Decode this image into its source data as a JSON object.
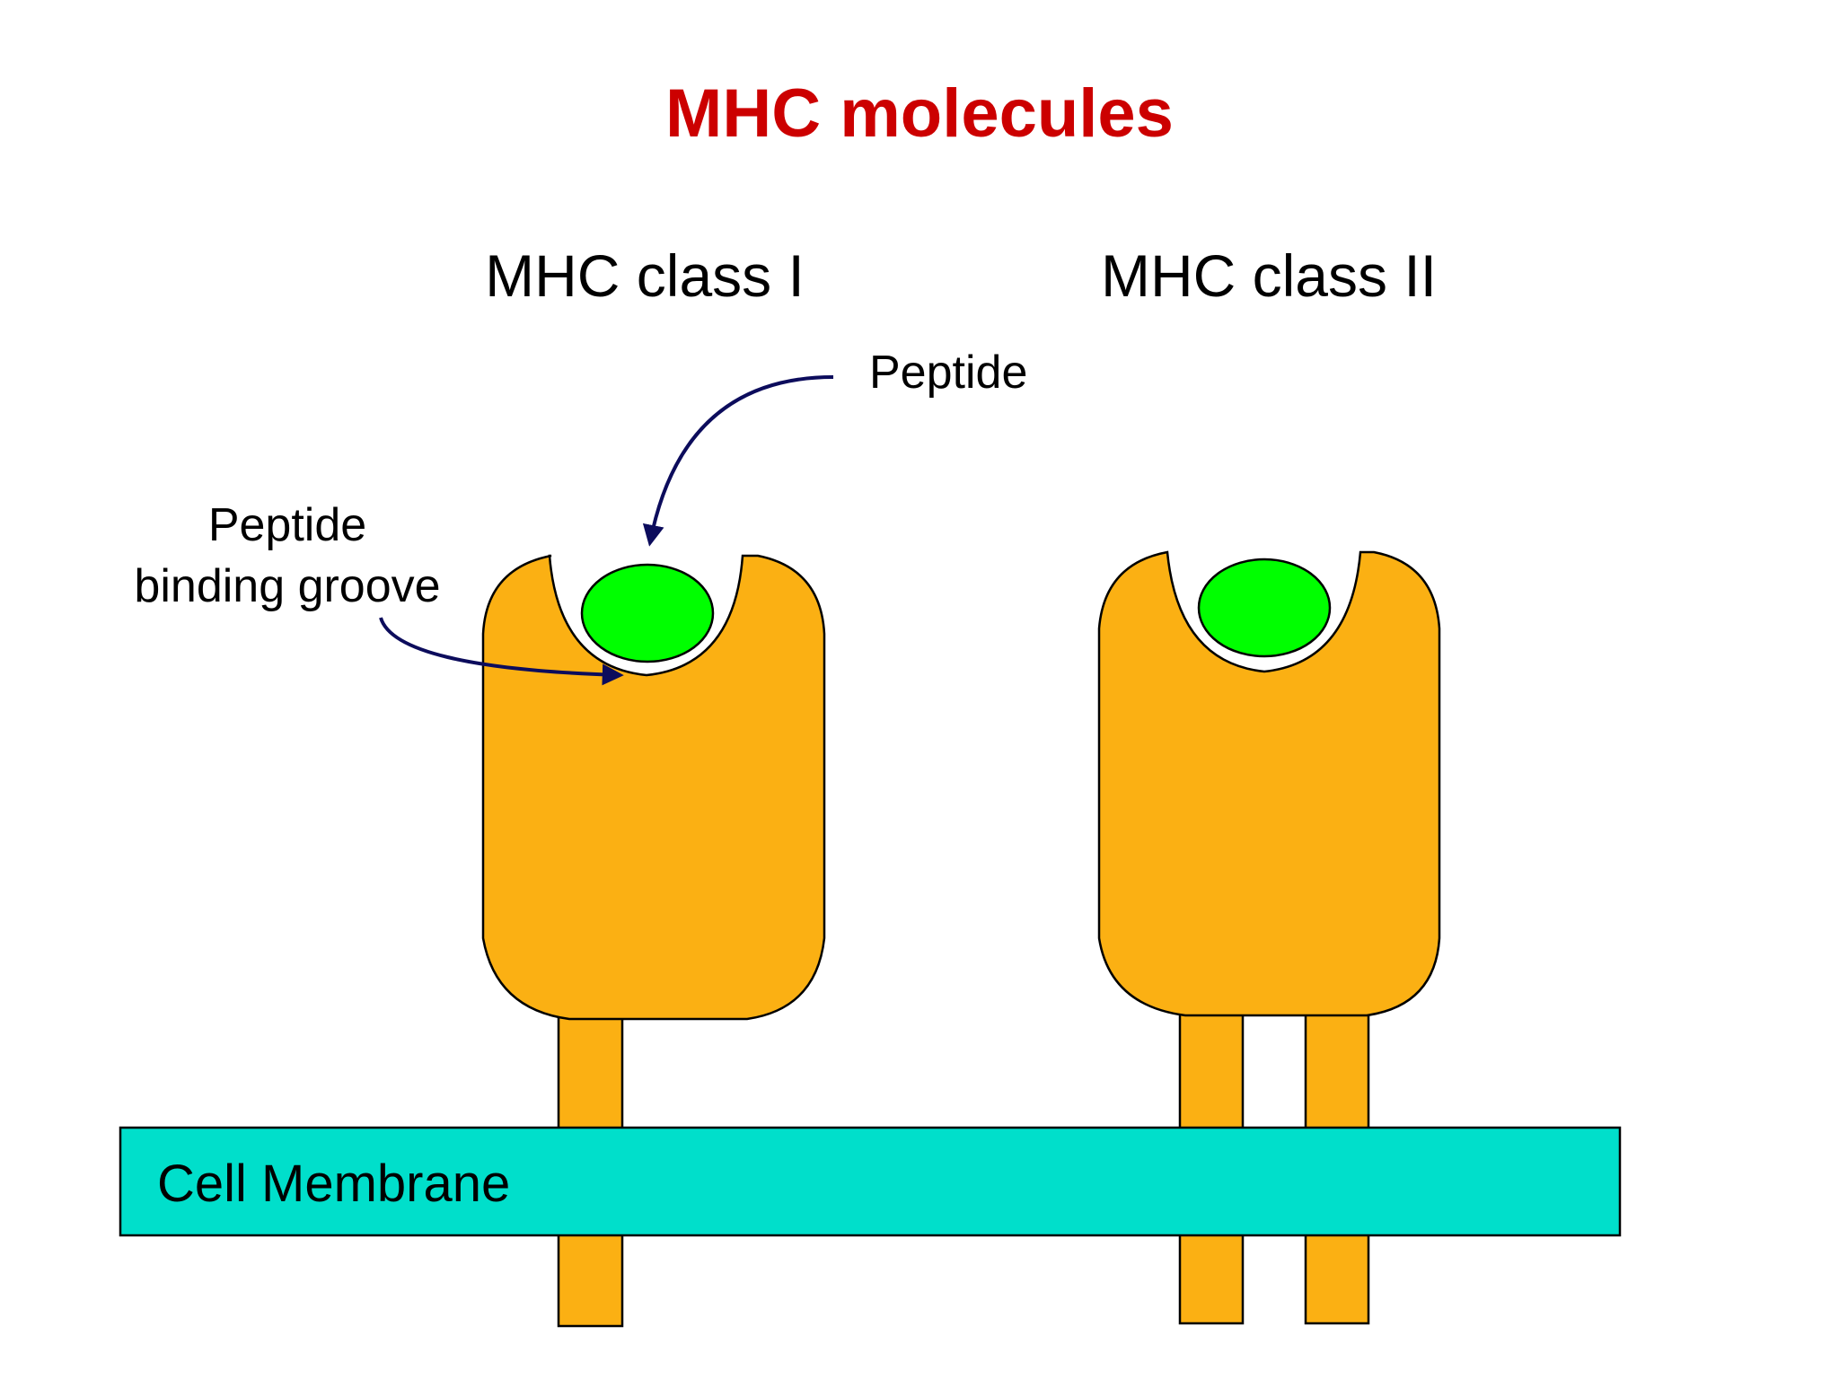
{
  "title": "MHC molecules",
  "labels": {
    "class_one": "MHC class I",
    "class_two": "MHC class II",
    "peptide": "Peptide",
    "groove_line1": "Peptide",
    "groove_line2": "binding groove",
    "membrane": "Cell Membrane"
  },
  "colors": {
    "title": "#cc0000",
    "molecule": "#fbb013",
    "peptide": "#00ff00",
    "membrane": "#00dfcb",
    "arrow": "#0c0c5c",
    "outline": "#000000",
    "background": "#ffffff"
  }
}
